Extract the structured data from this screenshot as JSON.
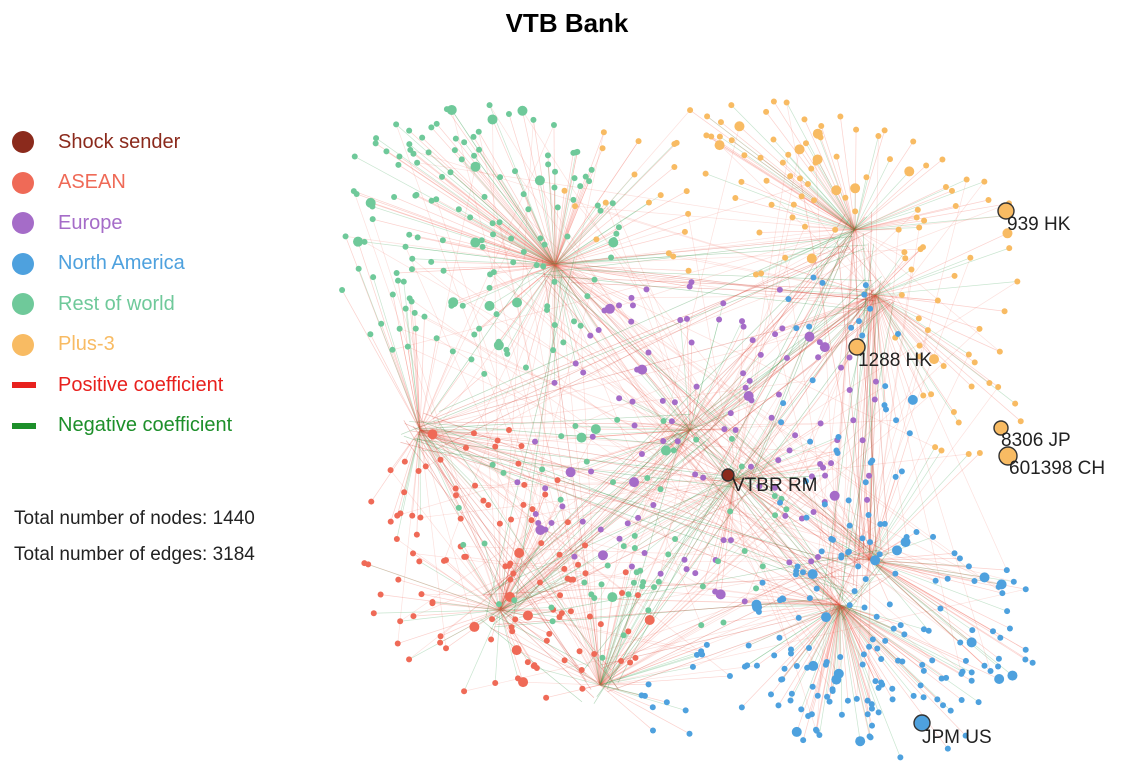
{
  "title": "VTB Bank",
  "legend": [
    {
      "label": "Shock sender",
      "color": "#8b2a1c",
      "kind": "dot"
    },
    {
      "label": "ASEAN",
      "color": "#ef6a57",
      "kind": "dot"
    },
    {
      "label": "Europe",
      "color": "#a56cc8",
      "kind": "dot"
    },
    {
      "label": "North America",
      "color": "#4ea1de",
      "kind": "dot"
    },
    {
      "label": "Rest of world",
      "color": "#6fc99a",
      "kind": "dot"
    },
    {
      "label": "Plus-3",
      "color": "#f8bb63",
      "kind": "dot"
    },
    {
      "label": "Positive coefficient",
      "color": "#e8211e",
      "kind": "bar"
    },
    {
      "label": "Negative coefficient",
      "color": "#1d8f2a",
      "kind": "bar"
    }
  ],
  "stats": {
    "nodes_text": "Total number of nodes: 1440",
    "edges_text": "Total number of edges: 3184"
  },
  "nodes_labeled": [
    {
      "label": "VTBR RM",
      "group": "Shock sender"
    },
    {
      "label": "939 HK",
      "group": "Plus-3"
    },
    {
      "label": "1288 HK",
      "group": "Plus-3"
    },
    {
      "label": "8306 JP",
      "group": "Plus-3"
    },
    {
      "label": "601398 CH",
      "group": "Plus-3"
    },
    {
      "label": "JPM US",
      "group": "North America"
    }
  ]
}
